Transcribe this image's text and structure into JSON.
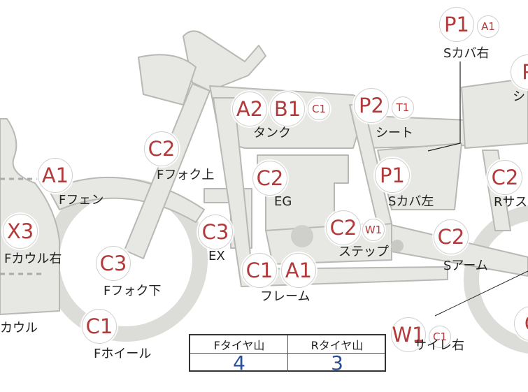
{
  "colors": {
    "badge_text": "#b23a3a",
    "value_text": "#2a4f99",
    "body_fill": "#e7e7e4",
    "body_stroke": "#b8b8b4"
  },
  "parts": [
    {
      "name": "s-cover-right",
      "label": "Sカバ右",
      "codes": [
        {
          "code": "P1",
          "size": "big"
        },
        {
          "code": "A1",
          "size": "small"
        }
      ]
    },
    {
      "name": "tank",
      "label": "タンク",
      "codes": [
        {
          "code": "A2",
          "size": "big"
        },
        {
          "code": "B1",
          "size": "big"
        },
        {
          "code": "C1",
          "size": "small"
        }
      ]
    },
    {
      "name": "seat",
      "label": "シート",
      "codes": [
        {
          "code": "P2",
          "size": "big"
        },
        {
          "code": "T1",
          "size": "small"
        }
      ]
    },
    {
      "name": "rear-cut",
      "label": "シ",
      "codes": [
        {
          "code": "P",
          "size": "big"
        }
      ]
    },
    {
      "name": "front-fork-upper",
      "label": "Fフォク上",
      "codes": [
        {
          "code": "C2",
          "size": "big"
        }
      ]
    },
    {
      "name": "front-fender",
      "label": "Fフェン",
      "codes": [
        {
          "code": "A1",
          "size": "big"
        }
      ]
    },
    {
      "name": "engine",
      "label": "EG",
      "codes": [
        {
          "code": "C2",
          "size": "big"
        }
      ]
    },
    {
      "name": "s-cover-left",
      "label": "Sカバ左",
      "codes": [
        {
          "code": "P1",
          "size": "big"
        }
      ]
    },
    {
      "name": "rear-suspension",
      "label": "Rサス",
      "codes": [
        {
          "code": "C2",
          "size": "big"
        }
      ]
    },
    {
      "name": "front-cowl-right",
      "label": "Fカウル右",
      "codes": [
        {
          "code": "X3",
          "size": "big"
        }
      ]
    },
    {
      "name": "exhaust",
      "label": "EX",
      "codes": [
        {
          "code": "C3",
          "size": "big"
        }
      ]
    },
    {
      "name": "step",
      "label": "ステップ",
      "codes": [
        {
          "code": "C2",
          "size": "big"
        },
        {
          "code": "W1",
          "size": "small"
        }
      ]
    },
    {
      "name": "swing-arm",
      "label": "Sアーム",
      "codes": [
        {
          "code": "C2",
          "size": "big"
        }
      ]
    },
    {
      "name": "front-fork-lower",
      "label": "Fフォク下",
      "codes": [
        {
          "code": "C3",
          "size": "big"
        }
      ]
    },
    {
      "name": "frame",
      "label": "フレーム",
      "codes": [
        {
          "code": "C1",
          "size": "big"
        },
        {
          "code": "A1",
          "size": "big"
        }
      ]
    },
    {
      "name": "cowl",
      "label": "カウル",
      "codes": []
    },
    {
      "name": "front-wheel",
      "label": "Fホイール",
      "codes": [
        {
          "code": "C1",
          "size": "big"
        }
      ]
    },
    {
      "name": "side-stand-right",
      "label": "サイレ右",
      "codes": [
        {
          "code": "W1",
          "size": "big"
        },
        {
          "code": "C1",
          "size": "small"
        }
      ]
    },
    {
      "name": "rear-wheel-cut",
      "label": "",
      "codes": [
        {
          "code": "C",
          "size": "big"
        }
      ]
    }
  ],
  "tire_table": {
    "headers": [
      "Fタイヤ山",
      "Rタイヤ山"
    ],
    "values": [
      "4",
      "3"
    ]
  }
}
